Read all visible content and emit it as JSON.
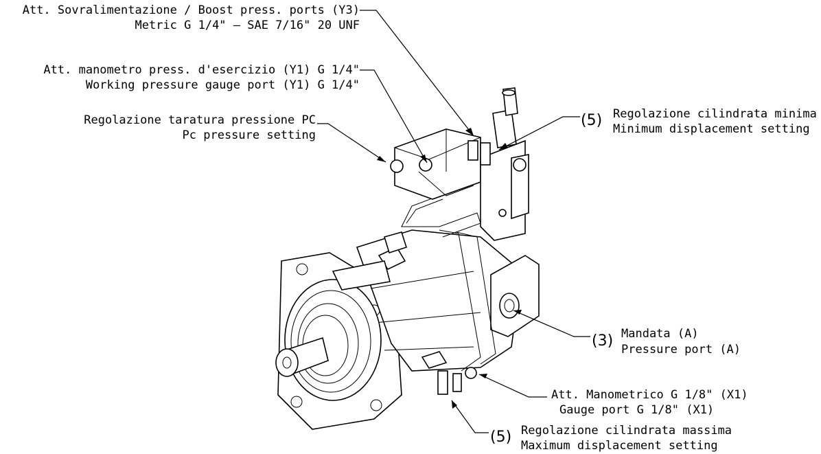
{
  "callouts": {
    "boost_it": "Att. Sovralimentazione / Boost press. ports (Y3)",
    "boost_en": "Metric G 1/4\" — SAE 7/16\" 20 UNF",
    "gauge_y1_it": "Att. manometro press. d'esercizio (Y1) G 1/4\"",
    "gauge_y1_en": "Working pressure gauge port (Y1) G 1/4\"",
    "pc_it": "Regolazione taratura pressione PC",
    "pc_en": "Pc pressure setting",
    "min_num": "(5)",
    "min_it": "Regolazione cilindrata minima",
    "min_en": "Minimum displacement setting",
    "mandata_num": "(3)",
    "mandata_it": "Mandata (A)",
    "mandata_en": "Pressure port (A)",
    "x1_it": "Att. Manometrico G 1/8\" (X1)",
    "x1_en": "Gauge port G 1/8\" (X1)",
    "max_num": "(5)",
    "max_it": "Regolazione cilindrata massima",
    "max_en": "Maximum displacement setting"
  }
}
